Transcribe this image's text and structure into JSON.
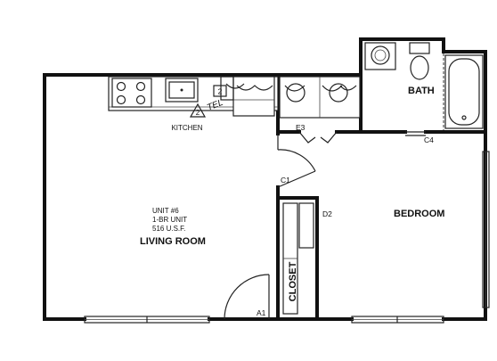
{
  "rooms": {
    "kitchen": "KITCHEN",
    "bath": "BATH",
    "bedroom": "BEDROOM",
    "living_room": "LIVING ROOM",
    "closet": "CLOSET"
  },
  "unit_info": {
    "line1": "UNIT #6",
    "line2": "1-BR UNIT",
    "line3": "516 U.S.F."
  },
  "door_tags": {
    "a1": "A1",
    "c1": "C1",
    "c4": "C4",
    "d2": "D2",
    "e3": "E3"
  },
  "markers": {
    "triangle": "2",
    "square": "2"
  },
  "handwriting": "TEL"
}
